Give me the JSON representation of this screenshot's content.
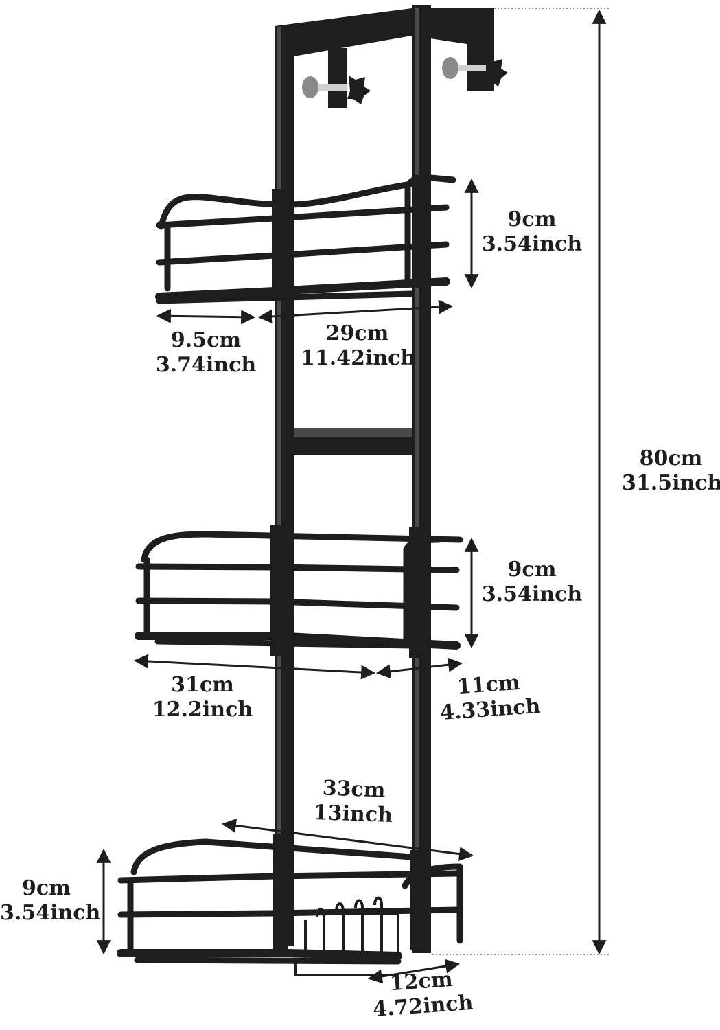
{
  "colors": {
    "frame": "#1e1e1e",
    "frame_highlight": "#4a4a4a",
    "arrow": "#1e1e1e",
    "screw": "#9a9a9a"
  },
  "dimensions": {
    "top_basket_height": {
      "cm": "9cm",
      "inch": "3.54inch"
    },
    "top_basket_depth": {
      "cm": "9.5cm",
      "inch": "3.74inch"
    },
    "top_basket_width": {
      "cm": "29cm",
      "inch": "11.42inch"
    },
    "total_height": {
      "cm": "80cm",
      "inch": "31.5inch"
    },
    "middle_basket_height": {
      "cm": "9cm",
      "inch": "3.54inch"
    },
    "middle_basket_width": {
      "cm": "31cm",
      "inch": "12.2inch"
    },
    "middle_basket_depth": {
      "cm": "11cm",
      "inch": "4.33inch"
    },
    "bottom_basket_width": {
      "cm": "33cm",
      "inch": "13inch"
    },
    "bottom_basket_height": {
      "cm": "9cm",
      "inch": "3.54inch"
    },
    "bottom_basket_depth": {
      "cm": "12cm",
      "inch": "4.72inch"
    }
  }
}
